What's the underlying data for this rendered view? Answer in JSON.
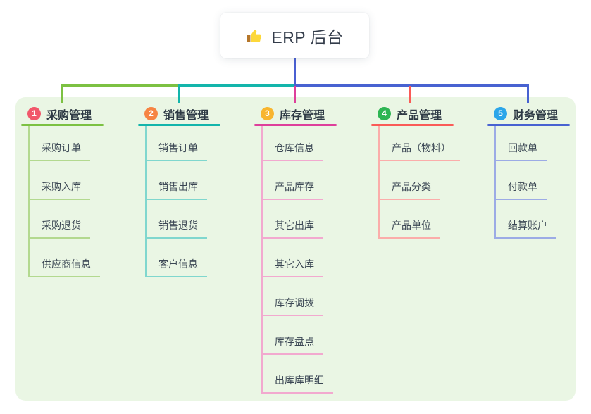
{
  "root": {
    "label": "ERP 后台",
    "icon": "thumbs-up-icon"
  },
  "canvas": {
    "panel_background": "#eaf6e4",
    "root_connector_color": "#4a5fd2",
    "root_text_color": "#333c4a"
  },
  "branches": [
    {
      "num": "1",
      "label": "采购管理",
      "badge_color": "#f1586b",
      "line_color": "#7cc142",
      "child_line_color": "#b3d98f",
      "children": [
        "采购订单",
        "采购入库",
        "采购退货",
        "供应商信息"
      ]
    },
    {
      "num": "2",
      "label": "销售管理",
      "badge_color": "#f68443",
      "line_color": "#13b5ab",
      "child_line_color": "#80d7ce",
      "children": [
        "销售订单",
        "销售出库",
        "销售退货",
        "客户信息"
      ]
    },
    {
      "num": "3",
      "label": "库存管理",
      "badge_color": "#f8b52e",
      "line_color": "#de3f9b",
      "child_line_color": "#f2a9cf",
      "children": [
        "仓库信息",
        "产品库存",
        "其它出库",
        "其它入库",
        "库存调拨",
        "库存盘点",
        "出库库明细"
      ]
    },
    {
      "num": "4",
      "label": "产品管理",
      "badge_color": "#2eb553",
      "line_color": "#fa5b57",
      "child_line_color": "#fbadaa",
      "children": [
        "产品（物料）",
        "产品分类",
        "产品单位"
      ]
    },
    {
      "num": "5",
      "label": "财务管理",
      "badge_color": "#2ca6e9",
      "line_color": "#4862d1",
      "child_line_color": "#9cabe5",
      "children": [
        "回款单",
        "付款单",
        "结算账户"
      ]
    }
  ]
}
